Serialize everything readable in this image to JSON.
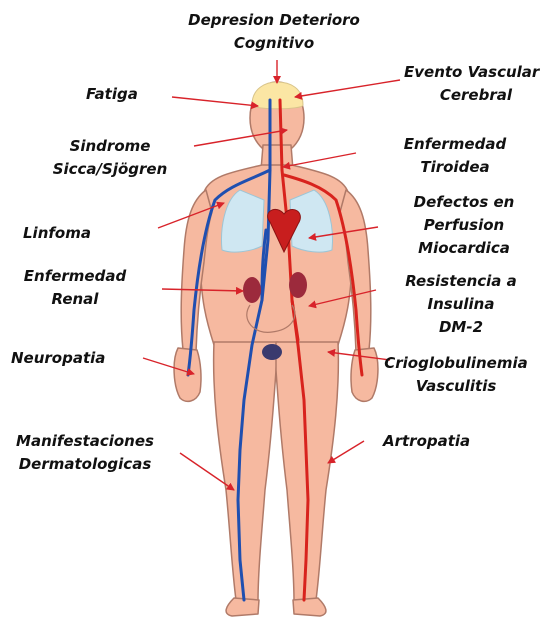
{
  "colors": {
    "skin": "#f6b9a0",
    "skin_outline": "#b07a68",
    "artery": "#d8231d",
    "vein": "#1f4fb0",
    "lung": "#cfe7f2",
    "brain": "#fbe6a4",
    "kidney": "#9c2a3c",
    "arrow": "#d8232a"
  },
  "labels": {
    "depresion": [
      "Depresion Deterioro",
      "Cognitivo"
    ],
    "evento": [
      "Evento Vascular",
      "Cerebral"
    ],
    "fatiga": [
      "Fatiga"
    ],
    "sindrome": [
      "Sindrome",
      "Sicca/Sjögren"
    ],
    "tiroidea": [
      "Enfermedad",
      "Tiroidea"
    ],
    "defectos": [
      "Defectos en",
      "Perfusion",
      "Miocardica"
    ],
    "linfoma": [
      "Linfoma"
    ],
    "renal": [
      "Enfermedad",
      "Renal"
    ],
    "insulina": [
      "Resistencia a",
      "Insulina",
      "DM-2"
    ],
    "neuropatia": [
      "Neuropatia"
    ],
    "crio": [
      "Crioglobulinemia",
      "Vasculitis"
    ],
    "dermato": [
      "Manifestaciones",
      "Dermatologicas"
    ],
    "artropatia": [
      "Artropatia"
    ]
  }
}
